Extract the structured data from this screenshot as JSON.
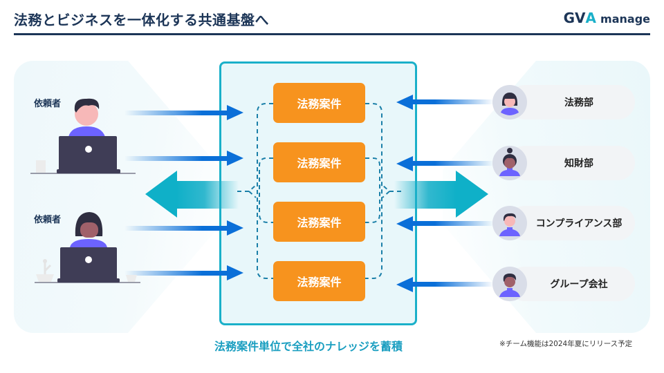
{
  "header": {
    "title": "法務とビジネスを一体化する共通基盤へ",
    "logo": {
      "brand_gv": "GV",
      "brand_a": "A",
      "product": "manage"
    }
  },
  "colors": {
    "navy": "#1c3557",
    "accent_teal": "#1ab0c9",
    "case_orange": "#f7931e",
    "arrow_blue": "#0a6fd8",
    "avatar_purple": "#6c63ff"
  },
  "requesters": [
    {
      "label": "依頼者",
      "avatar": "male-at-laptop-illustration"
    },
    {
      "label": "依頼者",
      "avatar": "female-at-laptop-illustration"
    }
  ],
  "center": {
    "cases": [
      "法務案件",
      "法務案件",
      "法務案件",
      "法務案件"
    ],
    "caption": "法務案件単位で全社のナレッジを蓄積"
  },
  "departments": [
    {
      "name": "法務部",
      "avatar": "woman-bob-hair-avatar"
    },
    {
      "name": "知財部",
      "avatar": "woman-bun-hair-avatar"
    },
    {
      "name": "コンプライアンス部",
      "avatar": "man-avatar"
    },
    {
      "name": "グループ会社",
      "avatar": "man-dark-skin-avatar"
    }
  ],
  "footnote": "※チーム機能は2024年夏にリリース予定"
}
